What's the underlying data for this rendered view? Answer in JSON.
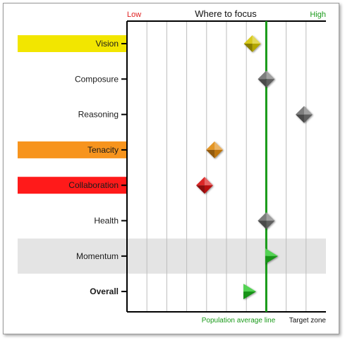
{
  "chart_data": {
    "type": "scatter",
    "title": "Where to focus",
    "scale_low_label": "Low",
    "scale_high_label": "High",
    "footer_left_label": "Population average line",
    "footer_right_label": "Target zone",
    "xlim": [
      0,
      10
    ],
    "population_average": 7,
    "categories": [
      {
        "label": "Vision",
        "value": 6.3,
        "marker": "diamond",
        "marker_color": "#d4c400",
        "band_color": "#f2e600",
        "bold": false
      },
      {
        "label": "Composure",
        "value": 7.0,
        "marker": "diamond",
        "marker_color": "#6e6e6e",
        "band_color": "",
        "bold": false
      },
      {
        "label": "Reasoning",
        "value": 8.9,
        "marker": "diamond",
        "marker_color": "#6e6e6e",
        "band_color": "",
        "bold": false
      },
      {
        "label": "Tenacity",
        "value": 4.4,
        "marker": "diamond",
        "marker_color": "#e08a10",
        "band_color": "#f7941d",
        "bold": false
      },
      {
        "label": "Collaboration",
        "value": 3.9,
        "marker": "diamond",
        "marker_color": "#d81010",
        "band_color": "#ff1a1a",
        "bold": false
      },
      {
        "label": "Health",
        "value": 7.0,
        "marker": "diamond",
        "marker_color": "#6e6e6e",
        "band_color": "",
        "bold": false
      },
      {
        "label": "Momentum",
        "value": 7.2,
        "marker": "triangle-right",
        "marker_color": "#18c418",
        "band_color": "#e4e4e4",
        "bold": false
      },
      {
        "label": "Overall",
        "value": 6.1,
        "marker": "triangle-right",
        "marker_color": "#18c418",
        "band_color": "",
        "bold": true
      }
    ],
    "colors": {
      "low": "#e02020",
      "high": "#1a9a1a",
      "average_line": "#169a16",
      "axis": "#000000",
      "grid": "#bdbdbd"
    },
    "grid": true
  }
}
